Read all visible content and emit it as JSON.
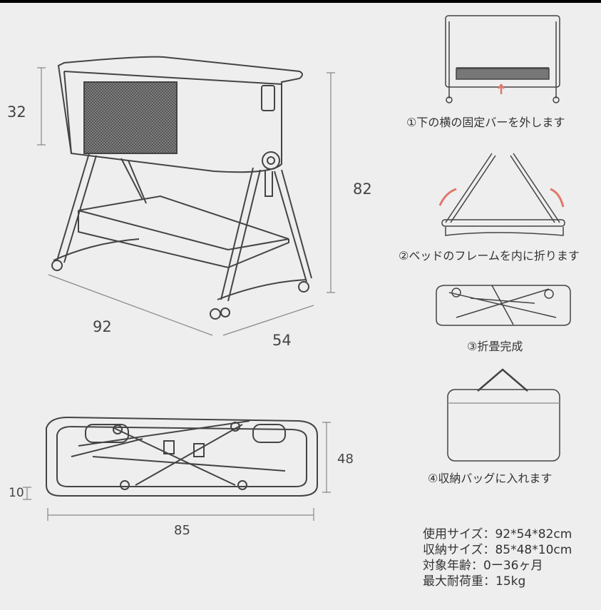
{
  "dimensions": {
    "height_bed": "32",
    "height_total": "82",
    "length": "92",
    "width": "54",
    "folded_width": "48",
    "folded_thickness": "10",
    "folded_length": "85"
  },
  "steps": [
    {
      "label": "①下の横の固定バーを外します"
    },
    {
      "label": "②ベッドのフレームを内に折ります"
    },
    {
      "label": "③折畳完成"
    },
    {
      "label": "④収納バッグに入れます"
    }
  ],
  "specs": [
    {
      "text": "使用サイズ：92*54*82cm"
    },
    {
      "text": "収納サイズ：85*48*10cm"
    },
    {
      "text": "対象年齢：0ー36ヶ月"
    },
    {
      "text": "最大耐荷重：15kg"
    }
  ],
  "colors": {
    "background": "#eeeeee",
    "line": "#444444",
    "arrow": "#e0766a",
    "mesh": "#555555"
  }
}
